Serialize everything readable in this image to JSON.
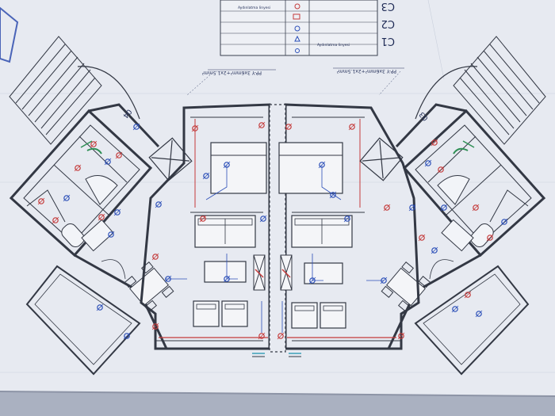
{
  "drawing": {
    "cable_label_left": "PP-Y 3x6mm²+2x1.5mm²",
    "cable_label_right": "PP-Y 3x6mm²+2x1.5mm²",
    "room_tag_left": "04",
    "room_tag_right": "03"
  },
  "legend": {
    "codes": [
      "C1",
      "C2",
      "C3"
    ],
    "row_text": "Aydınlatma linyesi"
  },
  "colors": {
    "paper": "#e9ecf3",
    "wall": "#333844",
    "ink": "#2a3560",
    "blue": "#2c4fb8",
    "red": "#c43a3a",
    "green": "#2f8f55",
    "cyan": "#3aa0b8"
  }
}
